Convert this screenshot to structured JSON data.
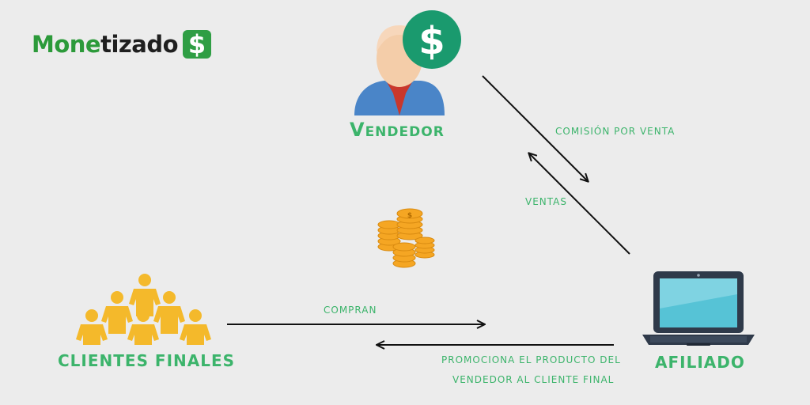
{
  "logo": {
    "text_a": "Mone",
    "text_b": "tizado",
    "badge": "$"
  },
  "nodes": {
    "vendedor": {
      "label": "Vendedor",
      "badge": "$"
    },
    "clientes": {
      "label": "CLIENTES FINALES"
    },
    "afiliado": {
      "label": "AFILIADO"
    }
  },
  "edges": {
    "comision": "COMISIÓN POR VENTA",
    "ventas": "VENTAS",
    "compran": "COMPRAN",
    "promociona_1": "PROMOCIONA EL PRODUCTO DEL",
    "promociona_2": "VENDEDOR AL CLIENTE FINAL"
  },
  "colors": {
    "green_label": "#3cb46b",
    "logo_green": "#2c9a3a",
    "badge_green": "#1a9a6e",
    "person_yellow": "#f4b92b",
    "coin_gold": "#f5a623",
    "suit_blue": "#4a85c8",
    "tie_red": "#c9372c",
    "laptop_screen": "#56c3d6",
    "laptop_dark": "#2f3a4a",
    "arrow": "#111111"
  }
}
